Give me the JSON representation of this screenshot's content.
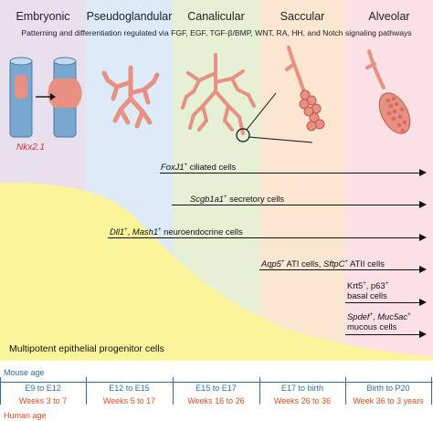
{
  "stages": [
    {
      "name": "Embryonic",
      "color": "#e8e0ed"
    },
    {
      "name": "Pseudoglandular",
      "color": "#dcebf7"
    },
    {
      "name": "Canalicular",
      "color": "#e5f0d4"
    },
    {
      "name": "Saccular",
      "color": "#fbe6d2"
    },
    {
      "name": "Alveolar",
      "color": "#fbe0e6"
    }
  ],
  "subtitle": "Patterning and differentiation regulated via FGF, EGF, TGF-β/BMP, WNT, RA, HH, and Notch signaling pathways",
  "nkx_label": "Nkx2.1",
  "cell_types": {
    "foxj1": {
      "gene": "FoxJ1",
      "sup": "+",
      "rest": " ciliated cells"
    },
    "scgb": {
      "gene": "Scgb1a1",
      "sup": "+",
      "rest": " secretory cells"
    },
    "dll": {
      "gene1": "Dll1",
      "sup1": "+",
      "sep": ", ",
      "gene2": "Mash1",
      "sup2": "+",
      "rest": " neuroendocrine cells"
    },
    "aqp": {
      "gene1": "Aqp5",
      "sup1": "+",
      "mid": " ATI cells, ",
      "gene2": "SftpC",
      "sup2": "+",
      "rest": " ATII cells"
    },
    "krt": {
      "line1_a": "Krt5",
      "sup1": "+",
      "line1_b": ", p63",
      "sup2": "+",
      "line2": "basal cells"
    },
    "spdef": {
      "gene1": "Spdef",
      "sup1": "+",
      "sep": ", ",
      "gene2": "Muc5ac",
      "sup2": "+",
      "line2": "mucous cells"
    }
  },
  "progenitor_label": "Multipotent epithelial progenitor cells",
  "mouse_age_label": "Mouse age",
  "human_age_label": "Human age",
  "mouse_ages": [
    "E9 to E12",
    "E12 to E15",
    "E15 to E17",
    "E17 to birth",
    "Birth to P20"
  ],
  "human_ages": [
    "Weeks 3 to 7",
    "Weeks 5 to 17",
    "Weeks 16 to 26",
    "Weeks 26 to 36",
    "Week 36 to 3 years"
  ],
  "colors": {
    "progenitor_yellow": "#fbf49a",
    "epithelium": "#e89082",
    "mouse_blue": "#2a6fb0",
    "human_orange": "#e24b1a"
  }
}
